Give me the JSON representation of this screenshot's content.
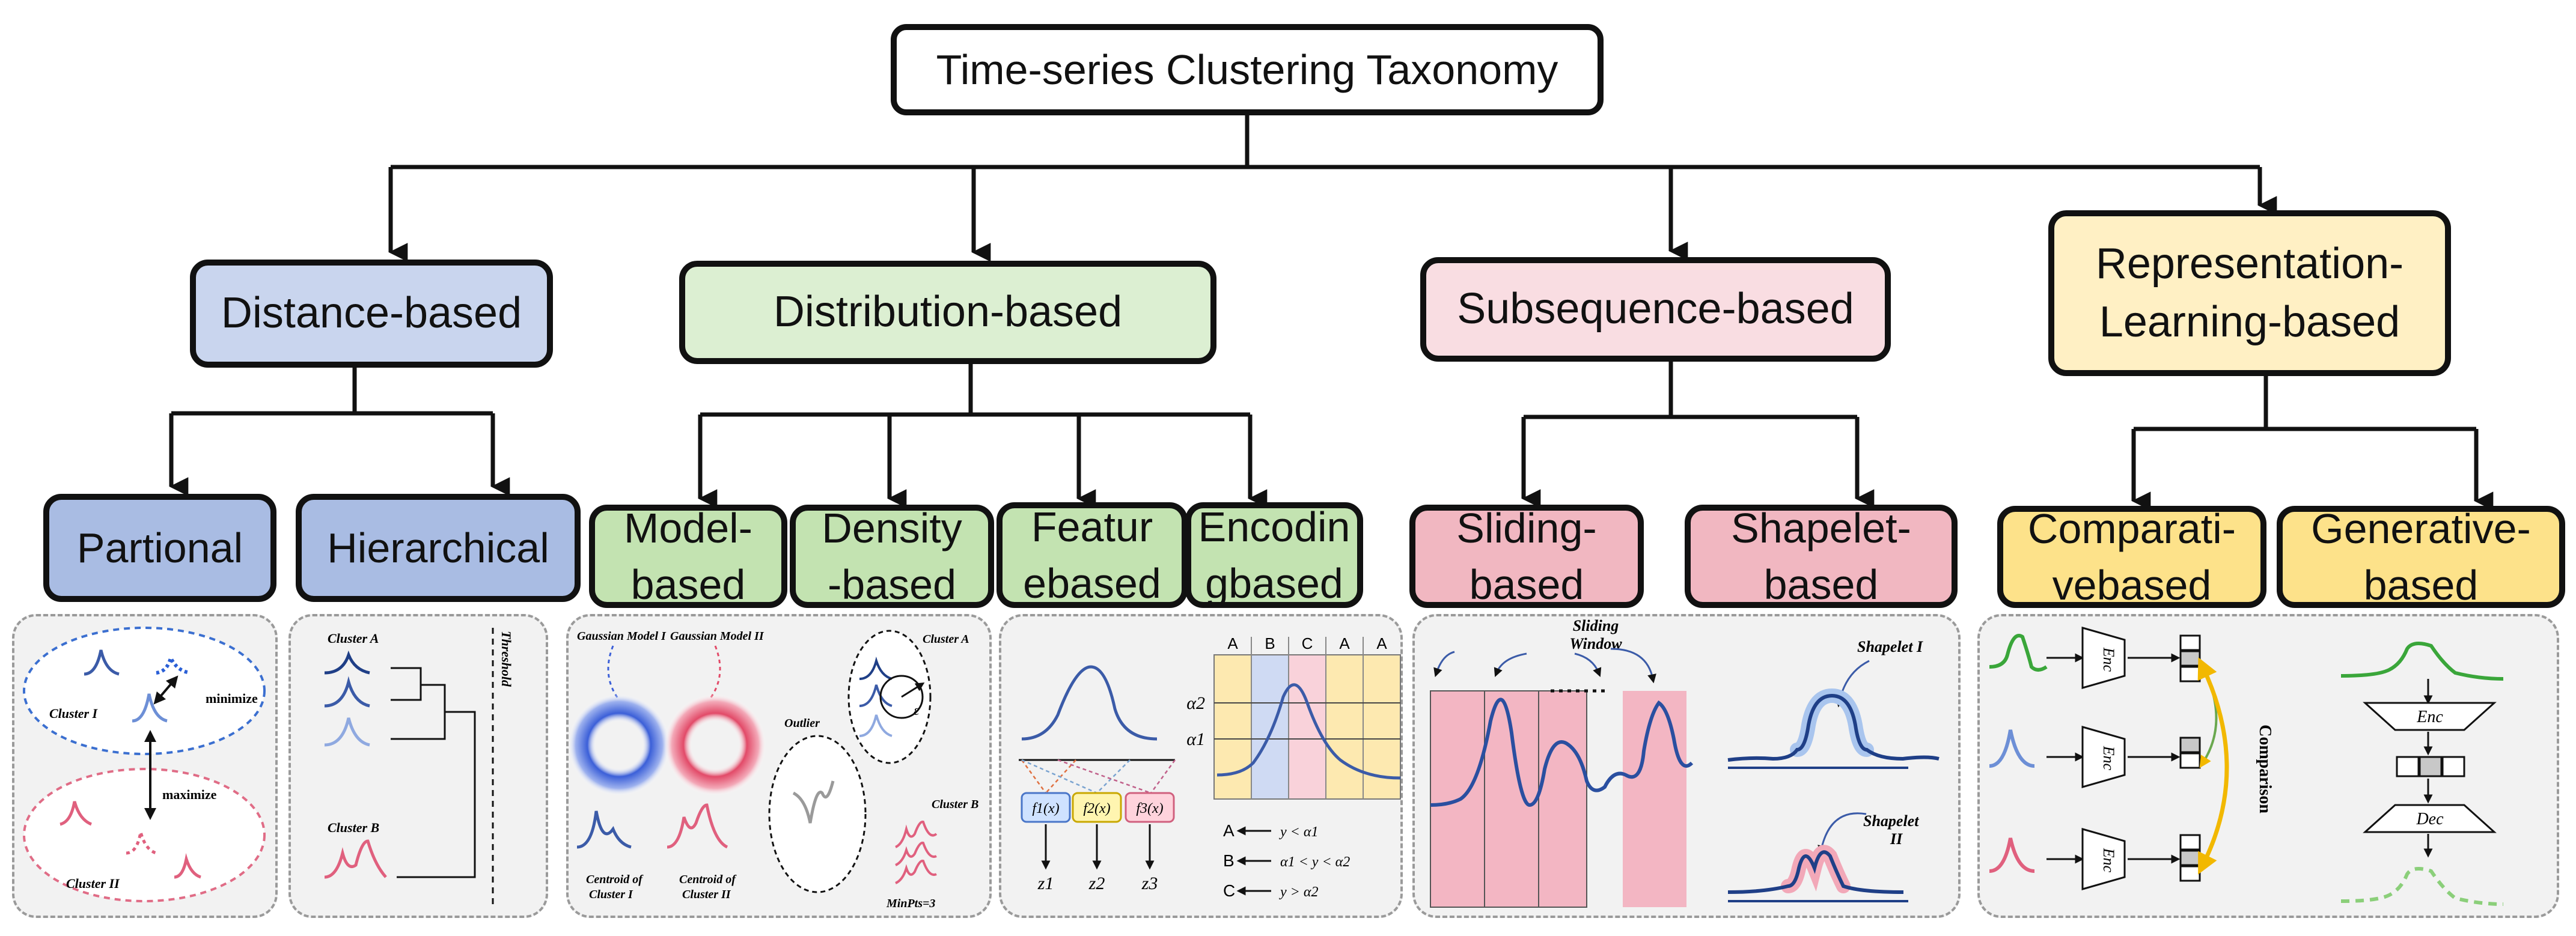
{
  "root": "Time-series Clustering Taxonomy",
  "categories": [
    {
      "label": "Distance-based"
    },
    {
      "label": "Distribution-based"
    },
    {
      "label": "Subsequence-based"
    },
    {
      "label": "Representation-\nLearning-based"
    }
  ],
  "leaves": [
    {
      "label": "Partional"
    },
    {
      "label": "Hierarchical"
    },
    {
      "label": "Model-\nbased"
    },
    {
      "label": "Density\n-based"
    },
    {
      "label": "Featur\nebased"
    },
    {
      "label": "Encodin\ngbased"
    },
    {
      "label": "Sliding-\nbased"
    },
    {
      "label": "Shapelet-\nbased"
    },
    {
      "label": "Comparati-\nvebased"
    },
    {
      "label": "Generative-\nbased"
    }
  ],
  "panels": {
    "partional": {
      "cluster1": "Cluster I",
      "cluster2": "Cluster II",
      "minimize": "minimize",
      "maximize": "maximize"
    },
    "hierarchical": {
      "clusterA": "Cluster A",
      "clusterB": "Cluster B",
      "threshold": "Threshold"
    },
    "model": {
      "gm1": "Gaussian Model I",
      "gm2": "Gaussian Model II",
      "c1a": "Centroid of",
      "c1b": "Cluster I",
      "c2a": "Centroid of",
      "c2b": "Cluster II"
    },
    "density": {
      "outlier": "Outlier",
      "clusterA": "Cluster A",
      "clusterB": "Cluster B",
      "eps": "ε",
      "minpts": "MinPts=3"
    },
    "feature": {
      "f1": "f1(x)",
      "f2": "f2(x)",
      "f3": "f3(x)",
      "z1": "z1",
      "z2": "z2",
      "z3": "z3"
    },
    "encoding": {
      "cols": [
        "A",
        "B",
        "C",
        "A",
        "A"
      ],
      "a2": "α2",
      "a1": "α1",
      "rules": [
        {
          "sym": "A",
          "cond": "y < α1"
        },
        {
          "sym": "B",
          "cond": "α1 < y < α2"
        },
        {
          "sym": "C",
          "cond": "y > α2"
        }
      ]
    },
    "sliding": {
      "title1": "Sliding",
      "title2": "Window"
    },
    "shapelet": {
      "s1": "Shapelet I",
      "s2a": "Shapelet",
      "s2b": "II"
    },
    "comparative": {
      "enc": "Enc",
      "comparison": "Comparison"
    },
    "generative": {
      "enc": "Enc",
      "dec": "Dec"
    }
  },
  "colors": {
    "distance_light": "#c9d5ee",
    "distance_dark": "#a9bce3",
    "distribution_light": "#dcefd2",
    "distribution_dark": "#c3e3b1",
    "subsequence_light": "#f9dde2",
    "subsequence_dark": "#f1b7c1",
    "representation_light": "#fff0c4",
    "representation_dark": "#fde28a",
    "series_blue": "#3b5ba8",
    "series_pink": "#e0607e",
    "series_green": "#3aa63a",
    "comparison_arrow": "#f2b800"
  }
}
